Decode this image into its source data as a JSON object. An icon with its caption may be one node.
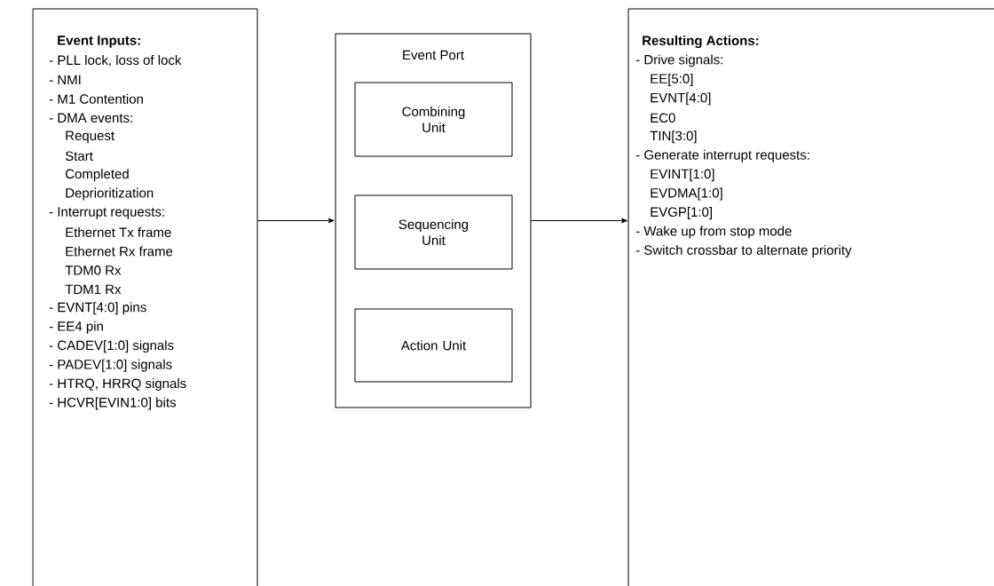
{
  "diagram": {
    "nodes": [
      {
        "text": [
          "Event Inputs:",
          "- PLL lock, loss of lock",
          "- NMI",
          "- M1 Contention",
          "- DMA events:",
          "Request",
          "Start",
          "Completed",
          "Deprioritization",
          "- Interrupt requests:",
          "Ethernet Tx frame",
          "Ethernet Rx frame",
          "TDM0 Rx",
          "TDM1 Rx",
          "- EVNT[4:0] pins",
          "- EE4 pin",
          "- CADEV[1:0] signals",
          "- PADEV[1:0] signals",
          "- HTRQ, HRRQ signals",
          "- HCVR[EVIN1:0] bits"
        ]
      },
      {
        "text": [
          "Event Port"
        ]
      },
      {
        "text": [
          "Combining Unit"
        ],
        "in": 1
      },
      {
        "text": [
          "Sequencing Unit"
        ],
        "in": 1
      },
      {
        "text": [
          "Action Unit"
        ],
        "in": 1
      },
      {
        "text": [
          "Resulting Actions:",
          "- Drive signals:",
          "EE[5:0]",
          "EVNT[4:0]",
          "EC0",
          "TIN[3:0]",
          "- Generate interrupt requests:",
          "EVINT[1:0]",
          "EVDMA[1:0]",
          "EVGP[1:0]",
          "- Wake up from stop mode",
          "- Switch crossbar to alternate priority"
        ]
      }
    ],
    "edges": [
      {
        "from": 0,
        "to": 1,
        "arrow": "to"
      },
      {
        "from": 1,
        "to": 5,
        "arrow": "to"
      }
    ]
  }
}
